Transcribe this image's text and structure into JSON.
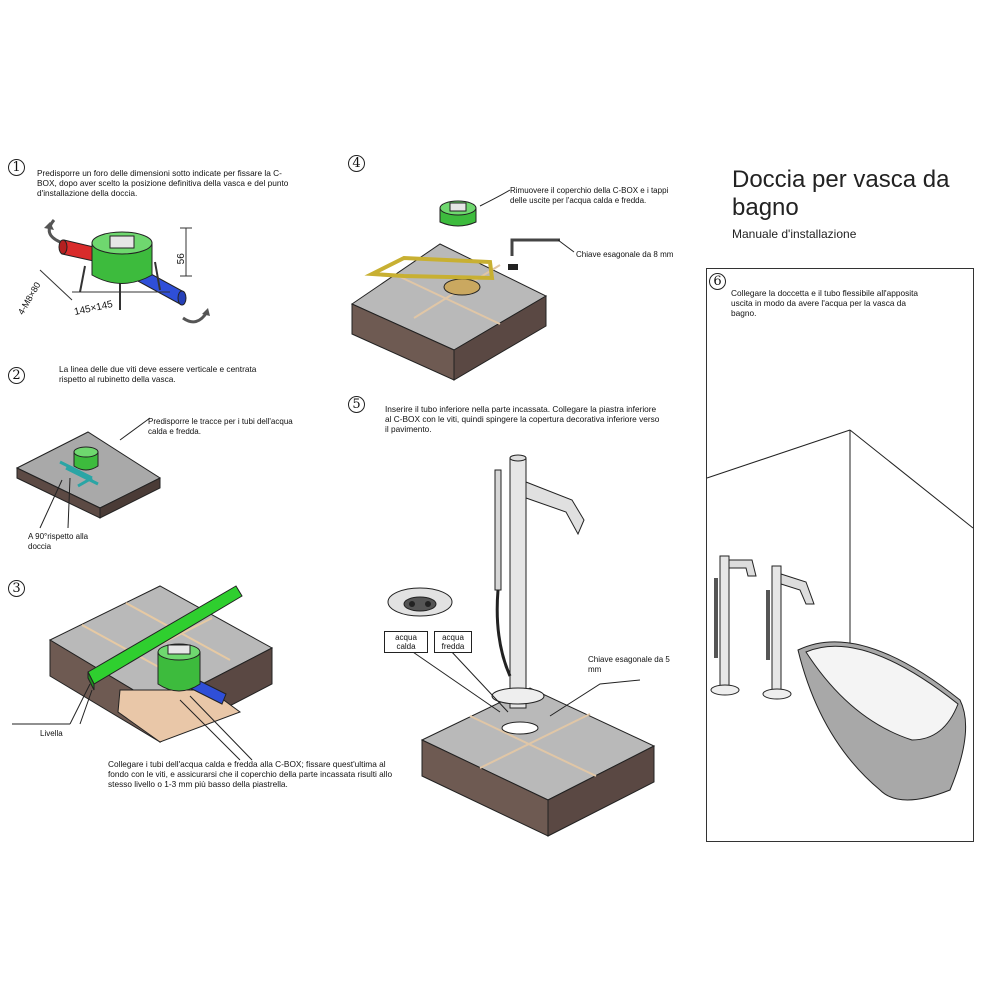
{
  "title": "Doccia per vasca da bagno",
  "subtitle": "Manuale d'installazione",
  "steps": [
    {
      "num": "1",
      "text": "Predisporre un foro delle dimensioni sotto indicate per fissare la C-BOX, dopo aver scelto la posizione definitiva della vasca e del punto d'installazione della doccia.",
      "dims": {
        "height": "56",
        "bolts": "4-M8×80",
        "spacing": "145×145"
      }
    },
    {
      "num": "2",
      "text": "La linea delle due viti deve essere verticale e centrata rispetto al rubinetto della vasca.",
      "callout_pipes": "Predisporre le tracce per i tubi dell'acqua calda e fredda.",
      "callout_angle": "A 90°rispetto alla doccia"
    },
    {
      "num": "3",
      "text": "Collegare i tubi dell'acqua calda e fredda alla C-BOX; fissare quest'ultima al fondo con le viti, e assicurarsi che il coperchio della parte incassata risulti allo stesso livello o 1-3 mm più basso della piastrella.",
      "callout_level": "Livella"
    },
    {
      "num": "4",
      "text": "Rimuovere il coperchio della C-BOX e i tappi delle uscite per l'acqua calda e fredda.",
      "callout_key": "Chiave esagonale da 8 mm"
    },
    {
      "num": "5",
      "text": "Inserire il tubo inferiore nella parte incassata. Collegare la piastra inferiore al C-BOX con le viti, quindi spingere la copertura decorativa inferiore verso il pavimento.",
      "label_hot": "acqua calda",
      "label_cold": "acqua fredda",
      "callout_key": "Chiave esagonale da 5 mm"
    },
    {
      "num": "6",
      "text": "Collegare la doccetta e il tubo flessibile all'apposita uscita in modo da avere l'acqua per la vasca da bagno."
    }
  ],
  "colors": {
    "box_green": "#3dbb3d",
    "hot_pipe": "#d92b2b",
    "cold_pipe": "#2f4fd8",
    "tile": "#b9b9b9",
    "slab_side": "#6e5a52",
    "level_green": "#2fcf2f"
  }
}
